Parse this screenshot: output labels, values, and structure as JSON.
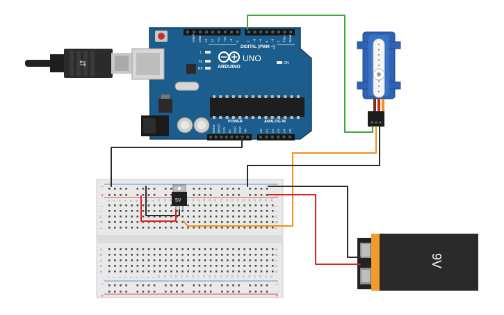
{
  "arduino": {
    "brand": "ARDUINO",
    "model": "UNO",
    "digital_label": "DIGITAL (PWM ~)",
    "power_label": "POWER",
    "analog_label": "ANALOG IN",
    "on_label": "ON",
    "l_label": "L",
    "tx_label": "TX",
    "rx_label": "RX",
    "top_pins": [
      "AREF",
      "GND",
      "13",
      "12",
      "~11",
      "~10",
      "~9",
      "8",
      "7",
      "~6",
      "~5",
      "4",
      "~3",
      "2",
      "TX▸1",
      "RX◂0"
    ],
    "power_pins": [
      "IOREF",
      "RESET",
      "3.3V",
      "5V",
      "GND",
      "GND",
      "Vin"
    ],
    "analog_pins": [
      "A0",
      "A1",
      "A2",
      "A3",
      "A4",
      "A5"
    ]
  },
  "regulator": {
    "label": "5V"
  },
  "battery": {
    "label": "9V"
  },
  "breadboard": {
    "columns": [
      "1",
      "2",
      "3",
      "4",
      "5",
      "6",
      "7",
      "8",
      "9",
      "10",
      "11",
      "12",
      "13",
      "14",
      "15",
      "16",
      "17",
      "18",
      "19",
      "20",
      "21",
      "22",
      "23",
      "24",
      "25",
      "26",
      "27",
      "28",
      "29",
      "30"
    ],
    "rows_top": [
      "j",
      "i",
      "h",
      "g",
      "f"
    ],
    "rows_bottom": [
      "e",
      "d",
      "c",
      "b",
      "a"
    ]
  },
  "colors": {
    "arduino_board": "#1b5d8c",
    "wire_green": "#3aaa35",
    "wire_orange": "#f0901e",
    "wire_black": "#2a2a2a",
    "wire_red": "#e0201b",
    "battery_orange": "#f29a2e",
    "servo_blue": "#2f62b4"
  }
}
